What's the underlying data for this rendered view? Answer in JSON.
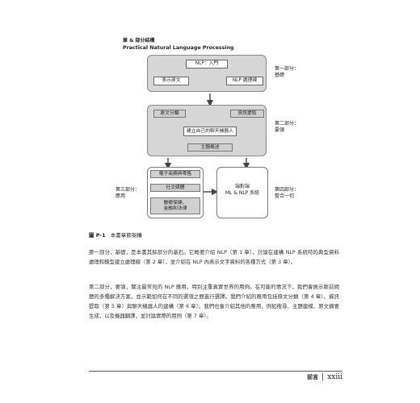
{
  "diagram": {
    "title_zh": "章 & 部分結構",
    "title_en": "Practical Natural Language Processing",
    "part1": {
      "top": "NLP：入門",
      "left": "表示原文",
      "right": "NLP 處理線",
      "label_line1": "第一部分：",
      "label_line2": "基礎"
    },
    "part2": {
      "left": "原文分類",
      "right": "資訊提取",
      "center": "建立自己的聊天機器人",
      "bottom": "主題概述",
      "label_line1": "第二部分：",
      "label_line2": "要領"
    },
    "part3": {
      "item1": "電子商務與零售",
      "item2": "社交媒體",
      "item3_line1": "醫療保健、",
      "item3_line2": "金融和法律",
      "label_line1": "第三部分：",
      "label_line2": "應用"
    },
    "part4": {
      "line1": "端對端",
      "line2": "ML & NLP 系統",
      "label_line1": "第四部分：",
      "label_line2": "整合一切"
    }
  },
  "caption": {
    "number": "圖 P-1",
    "text": "本書章節架構"
  },
  "paragraphs": [
    "第一部分，基礎，是本書其餘部分的基石。它概要介紹 NLP（第 1 章），討論在建構 NLP 系統時的典型資料處理和模型建立處理線（第 2 章），並介紹在 NLP 內表示文字資料的各種方式（第 3 章）。",
    "第二部分，要領，關注最常見的 NLP 應用，特別注重真實世界的用例。在可能的情況下，我們會展示眼前問題的多種解決方案，並示範如何在不同的選項之間進行選擇。我們介紹的應用包括原文分類（第 4 章）、資訊提取（第 5 章）與聊天機器人的建構（第 6 章）。我們也會介紹其他的應用，例如搜尋、主題建模、原文摘要生成，以及機器翻譯，並討論實際的用例（第 7 章）。"
  ],
  "footer": {
    "label": "前言",
    "page": "xxiii"
  }
}
